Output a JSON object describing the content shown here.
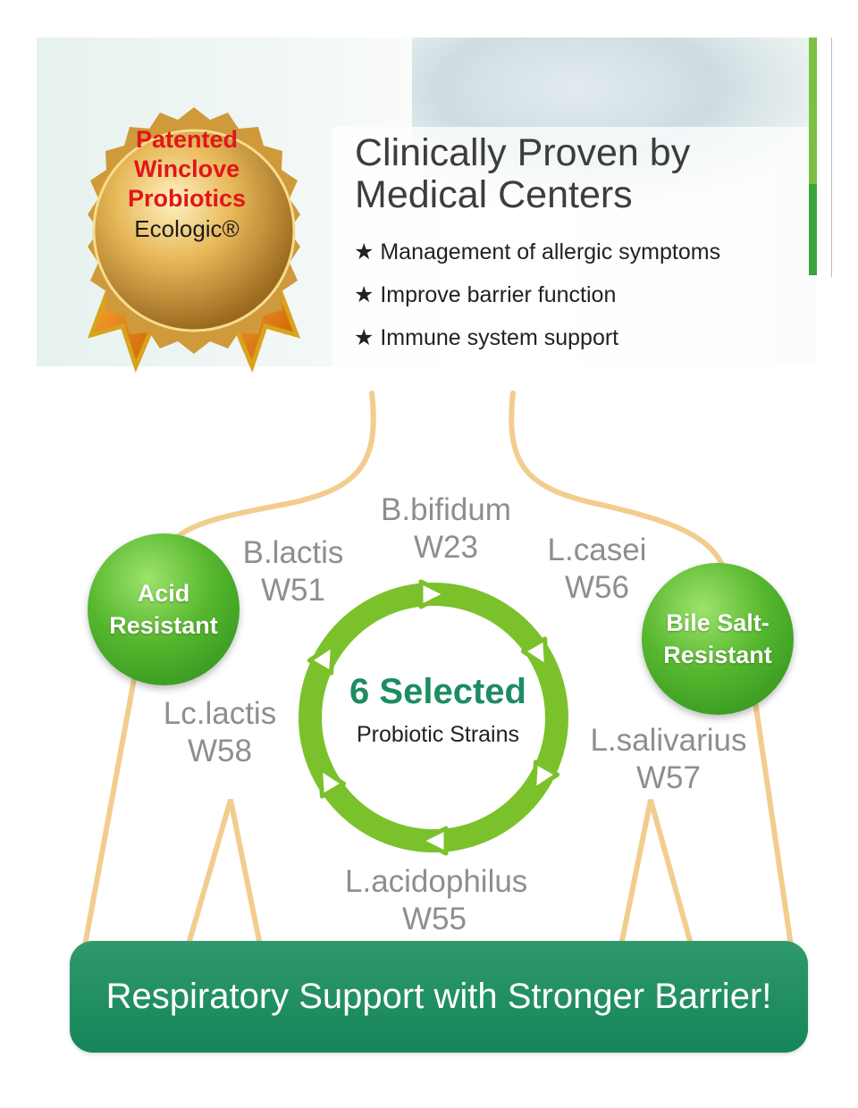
{
  "banner": {
    "medal": {
      "line1": "Patented",
      "line2": "Winclove",
      "line3": "Probiotics",
      "brand": "Ecologic®"
    },
    "headline_line1": "Clinically Proven by",
    "headline_line2": "Medical Centers",
    "benefits": [
      "★ Management of allergic symptoms",
      "★ Improve barrier function",
      "★ Immune system support"
    ]
  },
  "diagram": {
    "ring_title": "6 Selected",
    "ring_subtitle": "Probiotic Strains",
    "left_ball": {
      "line1": "Acid",
      "line2": "Resistant"
    },
    "right_ball": {
      "line1": "Bile Salt-",
      "line2": "Resistant"
    },
    "strains": [
      {
        "name": "B.bifidum",
        "code": "W23"
      },
      {
        "name": "B.lactis",
        "code": "W51"
      },
      {
        "name": "L.casei",
        "code": "W56"
      },
      {
        "name": "Lc.lactis",
        "code": "W58"
      },
      {
        "name": "L.salivarius",
        "code": "W57"
      },
      {
        "name": "L.acidophilus",
        "code": "W55"
      }
    ]
  },
  "footer": {
    "text": "Respiratory Support with Stronger Barrier!"
  },
  "colors": {
    "accent_green": "#1d8c62",
    "ring_green": "#7bc12b",
    "connector_tan": "#f2cd8e",
    "medal_red": "#e0161b"
  }
}
